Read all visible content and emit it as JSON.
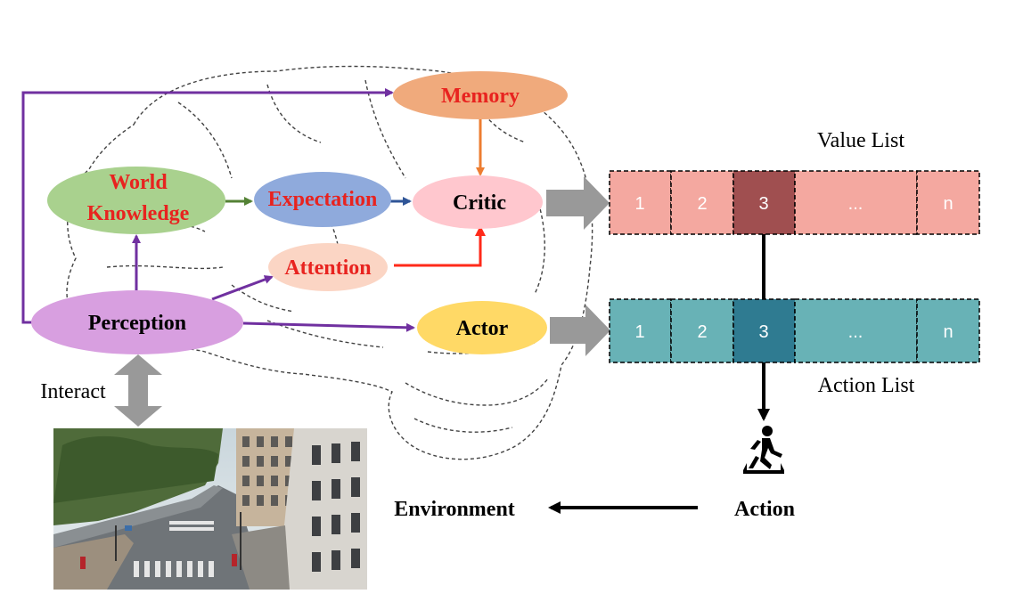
{
  "nodes": {
    "memory": "Memory",
    "world_knowledge_line1": "World",
    "world_knowledge_line2": "Knowledge",
    "expectation": "Expectation",
    "critic": "Critic",
    "attention": "Attention",
    "perception": "Perception",
    "actor": "Actor"
  },
  "labels": {
    "value_list": "Value List",
    "action_list": "Action List",
    "interact": "Interact",
    "environment": "Environment",
    "action": "Action"
  },
  "value_list_cells": [
    "1",
    "2",
    "3",
    "...",
    "n"
  ],
  "action_list_cells": [
    "1",
    "2",
    "3",
    "...",
    "n"
  ],
  "selected_cell": "3",
  "icons": {
    "brain": "brain-outline-icon",
    "walker": "walking-person-icon",
    "environment_image": "city-street-scene"
  },
  "colors": {
    "memory_fill": "#f0aa7c",
    "world_knowledge_fill": "#a9d18e",
    "expectation_fill": "#8faadc",
    "critic_fill": "#ffc7ce",
    "attention_fill": "#fbd5c4",
    "perception_fill": "#d89fe0",
    "actor_fill": "#ffd966",
    "red_text": "#e8231f",
    "purple_arrow": "#7030a0",
    "green_arrow": "#548235",
    "blue_arrow": "#2f5597",
    "orange_arrow": "#ed7d31",
    "red_arrow": "#ff2a1a",
    "gray_arrow": "#999999",
    "value_cell": "#f4a8a0",
    "value_selected": "#a04f50",
    "action_cell": "#68b2b6",
    "action_selected": "#2f7b91"
  }
}
